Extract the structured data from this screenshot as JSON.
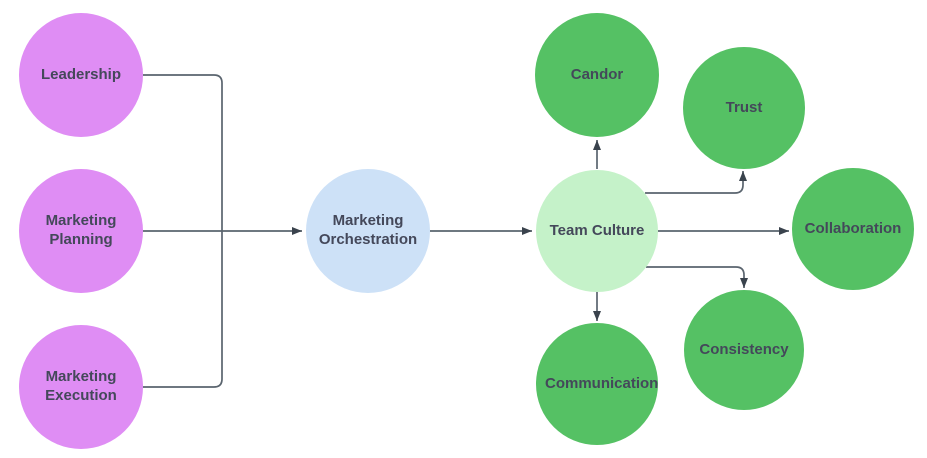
{
  "diagram": {
    "title": "Marketing orchestration and team culture diagram",
    "canvas_bg": "#ffffff"
  },
  "palette": {
    "canvas-bg": "#ffffff",
    "connector-stroke": "#5a646e",
    "arrowhead-fill": "#3a434d",
    "node-text": "#44485a",
    "purple": "#df8df4",
    "blue": "#cde1f7",
    "light-green": "#c5f2c9",
    "green": "#55c164"
  },
  "nodes": {
    "leadership": {
      "label": "Leadership",
      "color": "#df8df4"
    },
    "marketing_planning": {
      "label": "Marketing Planning",
      "color": "#df8df4"
    },
    "marketing_execution": {
      "label": "Marketing Execution",
      "color": "#df8df4"
    },
    "marketing_orchestration": {
      "label": "Marketing Orchestration",
      "color": "#cde1f7"
    },
    "team_culture": {
      "label": "Team Culture",
      "color": "#c5f2c9"
    },
    "candor": {
      "label": "Candor",
      "color": "#55c164"
    },
    "trust": {
      "label": "Trust",
      "color": "#55c164"
    },
    "collaboration": {
      "label": "Collaboration",
      "color": "#55c164"
    },
    "consistency": {
      "label": "Consistency",
      "color": "#55c164"
    },
    "communication": {
      "label": "Communication",
      "color": "#55c164"
    }
  },
  "connectors": [
    {
      "from": "Leadership",
      "to": "Marketing Orchestration",
      "style": "elbow",
      "arrow": true
    },
    {
      "from": "Marketing Planning",
      "to": "Marketing Orchestration",
      "style": "straight",
      "arrow": true
    },
    {
      "from": "Marketing Execution",
      "to": "Marketing Orchestration",
      "style": "elbow",
      "arrow": true
    },
    {
      "from": "Marketing Orchestration",
      "to": "Team Culture",
      "style": "straight",
      "arrow": true
    },
    {
      "from": "Team Culture",
      "to": "Candor",
      "style": "straight",
      "arrow": true
    },
    {
      "from": "Team Culture",
      "to": "Trust",
      "style": "elbow",
      "arrow": true
    },
    {
      "from": "Team Culture",
      "to": "Collaboration",
      "style": "straight",
      "arrow": true
    },
    {
      "from": "Team Culture",
      "to": "Consistency",
      "style": "elbow",
      "arrow": true
    },
    {
      "from": "Team Culture",
      "to": "Communication",
      "style": "straight",
      "arrow": true
    }
  ]
}
